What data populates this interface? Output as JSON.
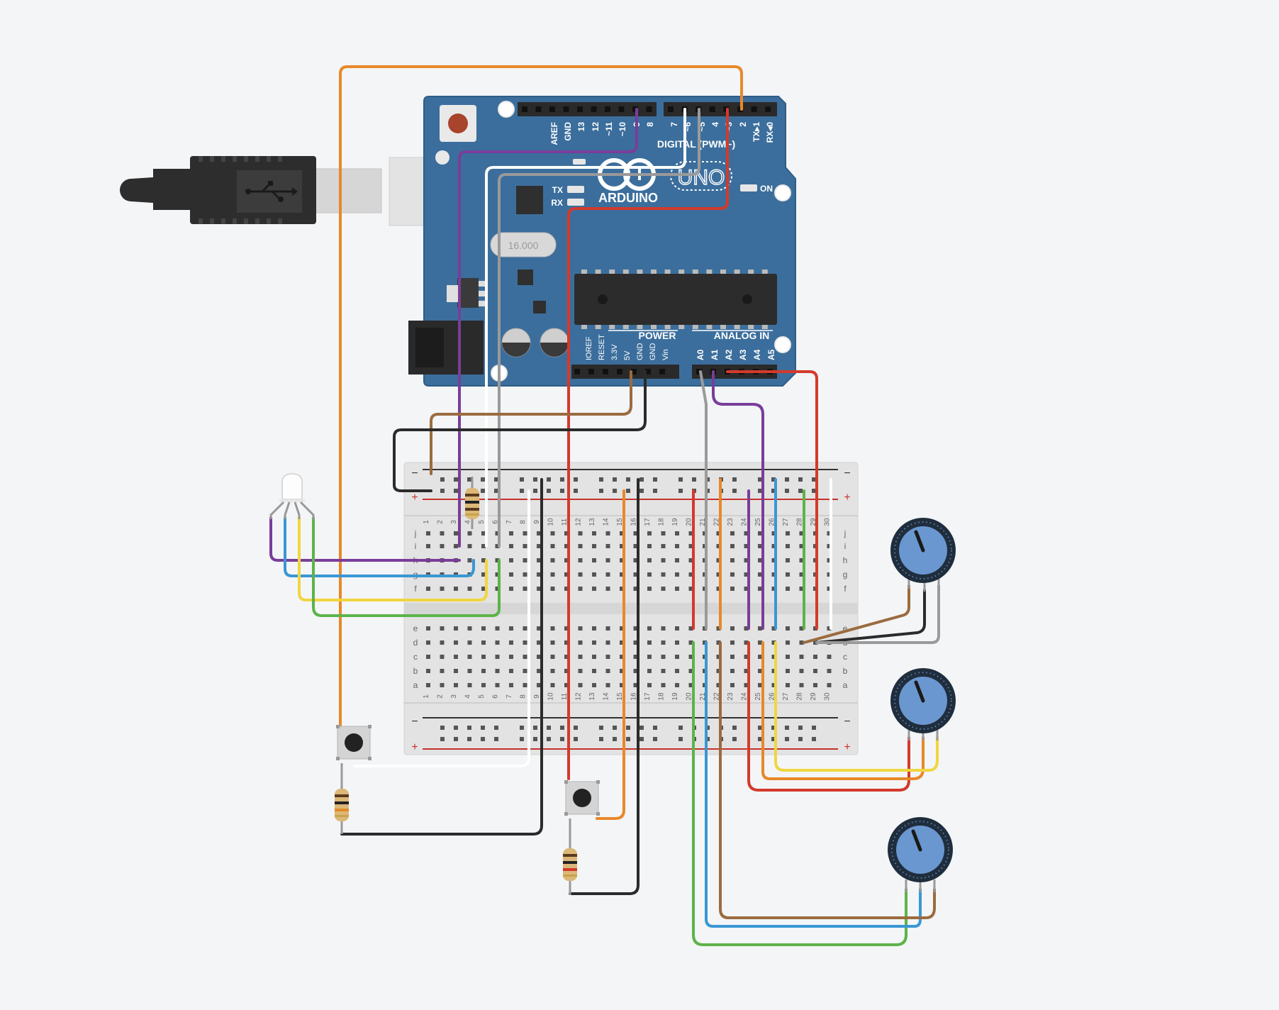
{
  "arduino": {
    "pins_digital": [
      "AREF",
      "GND",
      "13",
      "12",
      "~11",
      "~10",
      "~9",
      "8",
      "7",
      "~6",
      "~5",
      "4",
      "~3",
      "2",
      "TX▸1",
      "RX◂0"
    ],
    "digital_label": "DIGITAL (PWM~)",
    "tx_label": "TX",
    "rx_label": "RX",
    "brand": "ARDUINO",
    "model": "UNO",
    "on_label": "ON",
    "crystal_label": "16.000",
    "power_label": "POWER",
    "analog_label": "ANALOG IN",
    "power_pins": [
      "IOREF",
      "RESET",
      "3.3V",
      "5V",
      "GND",
      "GND",
      "Vin"
    ],
    "analog_pins": [
      "A0",
      "A1",
      "A2",
      "A3",
      "A4",
      "A5"
    ]
  },
  "breadboard": {
    "columns": [
      "1",
      "2",
      "3",
      "4",
      "5",
      "6",
      "7",
      "8",
      "9",
      "10",
      "11",
      "12",
      "13",
      "14",
      "15",
      "16",
      "17",
      "18",
      "19",
      "20",
      "21",
      "22",
      "23",
      "24",
      "25",
      "26",
      "27",
      "28",
      "29",
      "30"
    ],
    "rows_top": [
      "j",
      "i",
      "h",
      "g",
      "f"
    ],
    "rows_bottom": [
      "e",
      "d",
      "c",
      "b",
      "a"
    ],
    "rail_minus": "−",
    "rail_plus": "+"
  },
  "colors": {
    "board": "#3a6f9e",
    "wire_orange": "#e8882a",
    "wire_purple": "#7a3d9a",
    "wire_red": "#d33a2c",
    "wire_green": "#5db34a",
    "wire_blue": "#3a97d4",
    "wire_yellow": "#f0d640",
    "wire_brown": "#9b6b3f",
    "wire_black": "#2b2b2b",
    "wire_gray": "#9a9a9a",
    "wire_white": "#ffffff"
  },
  "components": {
    "usb_icon": "usb-icon",
    "led": "rgb-led",
    "pot_count": 3,
    "button_count": 2,
    "resistor_count": 3
  }
}
